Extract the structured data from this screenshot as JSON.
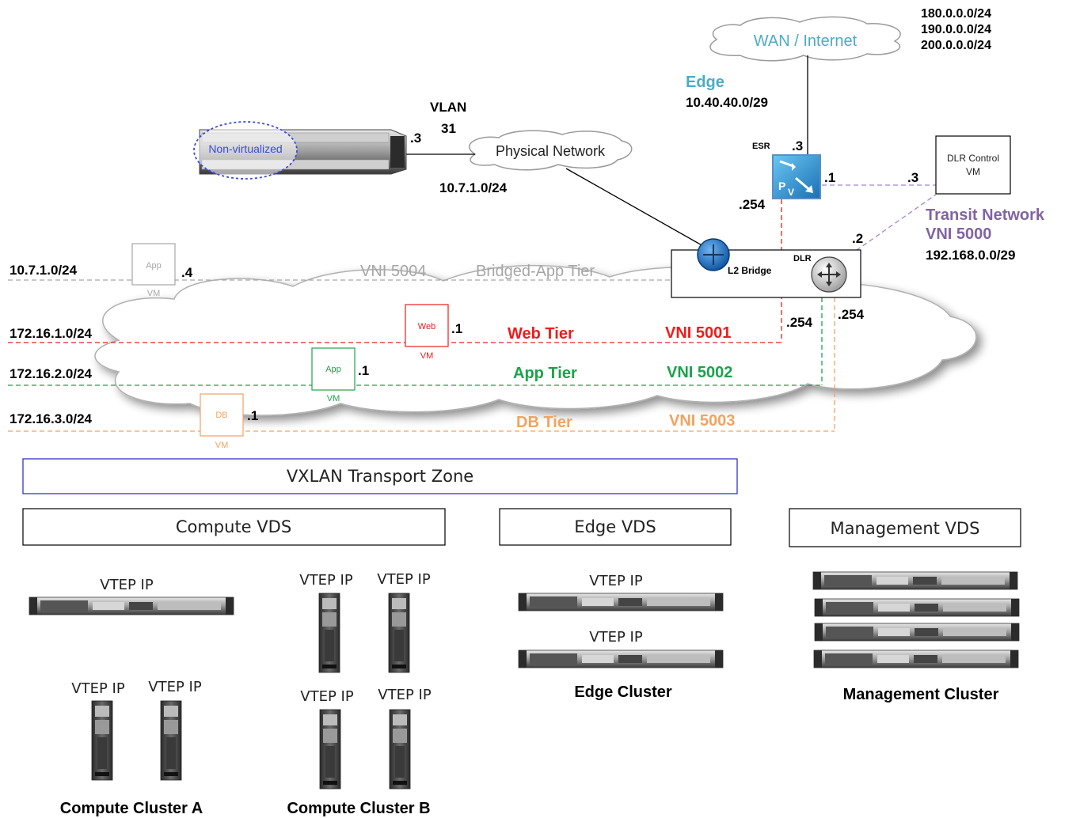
{
  "wan": {
    "label": "WAN / Internet",
    "routes": [
      "180.0.0.0/24",
      "190.0.0.0/24",
      "200.0.0.0/24"
    ]
  },
  "edge": {
    "label": "Edge",
    "subnet": "10.40.40.0/29",
    "esr_label": "ESR",
    "esr_ip_wan": ".3",
    "esr_ip_transit": ".1",
    "esr_ip_web": ".254"
  },
  "physical": {
    "label": "Physical Network",
    "vlan_label": "VLAN",
    "vlan_id": "31",
    "subnet": "10.7.1.0/24",
    "server_label": "Non-virtualized",
    "server_ip": ".3"
  },
  "dlr_control": {
    "label_line1": "DLR Control",
    "label_line2": "VM",
    "ip": ".3"
  },
  "transit": {
    "label": "Transit Network",
    "vni": "VNI 5000",
    "subnet": "192.168.0.0/29",
    "dlr_ip": ".2"
  },
  "dlr": {
    "label": "DLR",
    "bridge_label": "L2 Bridge",
    "ip_web": ".254",
    "ip_app": ".254"
  },
  "segments": [
    {
      "subnet": "10.7.1.0/24",
      "vm_name": "App",
      "vm_type": "VM",
      "ip": ".4",
      "vni": "VNI 5004",
      "tier": "Bridged-App Tier",
      "color": "#a6a6a6"
    },
    {
      "subnet": "172.16.1.0/24",
      "vm_name": "Web",
      "vm_type": "VM",
      "ip": ".1",
      "vni": "VNI 5001",
      "tier": "Web Tier",
      "color": "#ee1c1c"
    },
    {
      "subnet": "172.16.2.0/24",
      "vm_name": "App",
      "vm_type": "VM",
      "ip": ".1",
      "vni": "VNI 5002",
      "tier": "App Tier",
      "color": "#1aa34a"
    },
    {
      "subnet": "172.16.3.0/24",
      "vm_name": "DB",
      "vm_type": "VM",
      "ip": ".1",
      "vni": "VNI 5003",
      "tier": "DB Tier",
      "color": "#f0a460"
    }
  ],
  "transport_zone": "VXLAN Transport Zone",
  "vds": {
    "compute": "Compute VDS",
    "edge": "Edge VDS",
    "management": "Management VDS"
  },
  "vtep_label": "VTEP IP",
  "clusters": {
    "compute_a": "Compute Cluster A",
    "compute_b": "Compute Cluster B",
    "edge": "Edge Cluster",
    "management": "Management Cluster"
  },
  "colors": {
    "wan_text": "#4bacc6",
    "transit_text": "#8064a2",
    "transit_line": "#a385d4",
    "zone_border": "#3333cc",
    "server_dot": "#3a4ad9"
  }
}
